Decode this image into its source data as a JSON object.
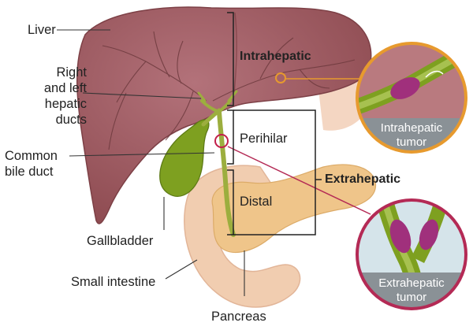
{
  "labels": {
    "liver": "Liver",
    "hepatic_ducts": [
      "Right",
      "and left",
      "hepatic",
      "ducts"
    ],
    "common_bile_duct": [
      "Common",
      "bile duct"
    ],
    "gallbladder": "Gallbladder",
    "small_intestine": "Small intestine",
    "pancreas": "Pancreas",
    "intrahepatic": "Intrahepatic",
    "perihilar": "Perihilar",
    "distal": "Distal",
    "extrahepatic": "Extrahepatic"
  },
  "insets": {
    "intrahepatic_tumor": [
      "Intrahepatic",
      "tumor"
    ],
    "extrahepatic_tumor": [
      "Extrahepatic",
      "tumor"
    ]
  },
  "colors": {
    "liver": "#9e5a5e",
    "liver_shadow": "#7d4046",
    "intestine": "#f1cdb0",
    "pancreas": "#efc58a",
    "bile_duct": "#9cae3e",
    "gallbladder": "#7ea020",
    "tumor": "#a0307c",
    "intrahepatic_ring": "#e79a2e",
    "extrahepatic_ring": "#b42a55",
    "inset_caption": "#8a9196"
  }
}
